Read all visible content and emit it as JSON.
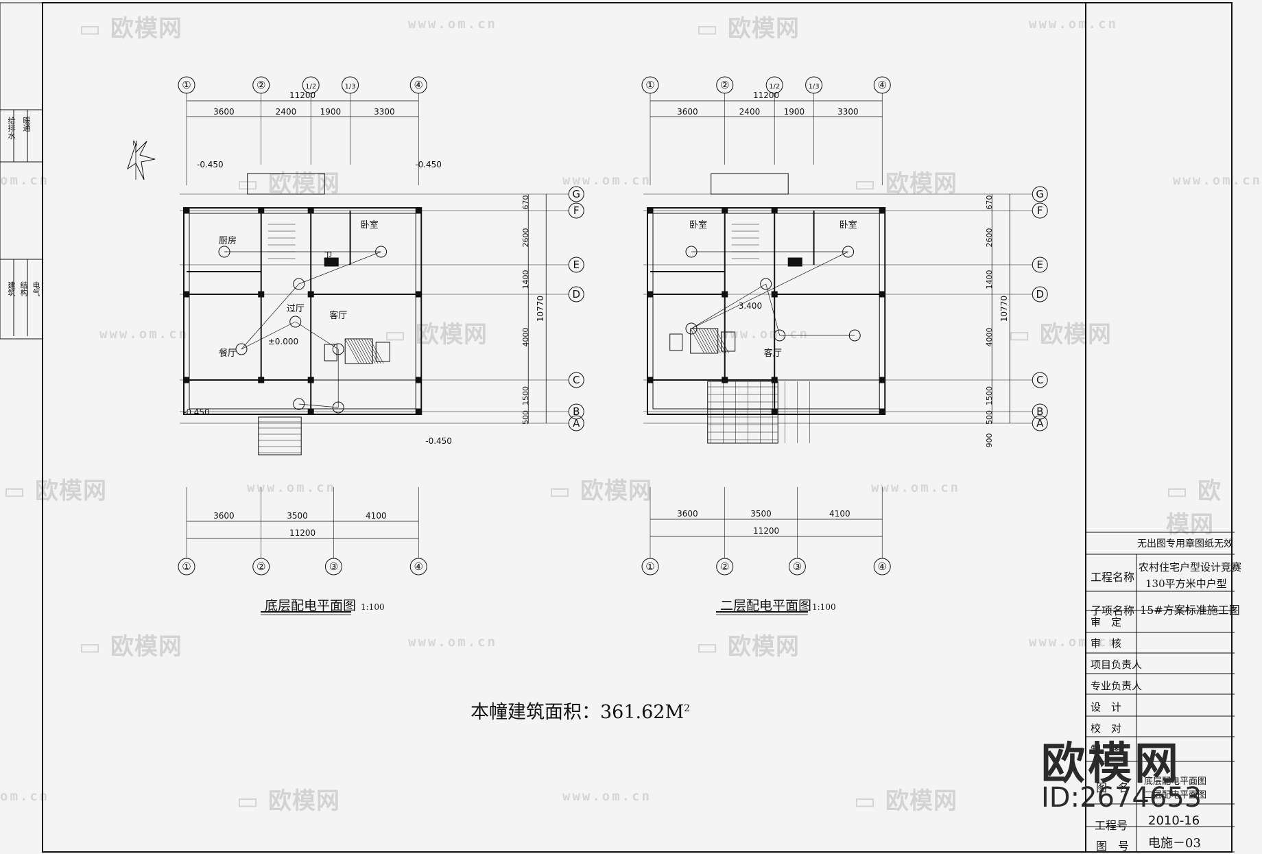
{
  "watermark": {
    "brand": "欧模网",
    "url": "www.om.cn",
    "short": "om.cn",
    "id": "ID:2674653"
  },
  "plans": [
    {
      "title": "底层配电平面图",
      "scale": "1:100",
      "axes_top": [
        "①",
        "②",
        "1/2",
        "1/3",
        "④"
      ],
      "axes_bottom": [
        "①",
        "②",
        "③",
        "④"
      ],
      "dims_top": [
        "3600",
        "2400",
        "1900",
        "3300"
      ],
      "dims_bottom": [
        "3600",
        "3500",
        "4100"
      ],
      "total": "11200",
      "rooms": [
        "厨房",
        "卫",
        "卧室",
        "过厅",
        "客厅",
        "餐厅"
      ],
      "levels": [
        "-0.450",
        "-0.450",
        "-0.450",
        "-0.450",
        "±0.000"
      ]
    },
    {
      "title": "二层配电平面图",
      "scale": "1:100",
      "axes_top": [
        "①",
        "②",
        "1/2",
        "1/3",
        "④"
      ],
      "axes_bottom": [
        "①",
        "②",
        "③",
        "④"
      ],
      "dims_top": [
        "3600",
        "2400",
        "1900",
        "3300"
      ],
      "dims_bottom": [
        "3600",
        "3500",
        "4100"
      ],
      "total": "11200",
      "rooms": [
        "卧室",
        "卧室",
        "客厅"
      ],
      "levels": [
        "3.400"
      ]
    }
  ],
  "row_axes": [
    "G",
    "F",
    "E",
    "D",
    "C",
    "B",
    "A"
  ],
  "dims_vertical": [
    "670",
    "2600",
    "1400",
    "4000",
    "1500",
    "500"
  ],
  "dims_vertical_second": [
    "670",
    "2600",
    "1400",
    "4000",
    "1500",
    "500",
    "900"
  ],
  "total_vertical": "10770",
  "area_text": "本幢建筑面积：361.62M",
  "area_sup": "2",
  "north": "N",
  "left_strip": [
    "给排水",
    "暖通",
    "建筑",
    "结构",
    "电气"
  ],
  "title_block": {
    "stamp_note": "无出图专用章图纸无效",
    "project_label": "工程名称",
    "project_name_1": "农村住宅户型设计竞赛",
    "project_name_2": "130平方米中户型",
    "sub_label": "子项名称",
    "sub_name": "15#方案标准施工图",
    "roles": [
      "审　定",
      "审　核",
      "项目负责人",
      "专业负责人",
      "设　计",
      "校　对",
      "制　图"
    ],
    "drawing_label": "图　名",
    "drawing_name_1": "底层配电平面图",
    "drawing_name_2": "二层配电平面图",
    "project_no_label": "工程号",
    "project_no": "2010-16",
    "drawing_no_label": "图　号",
    "drawing_no": "电施－03"
  }
}
